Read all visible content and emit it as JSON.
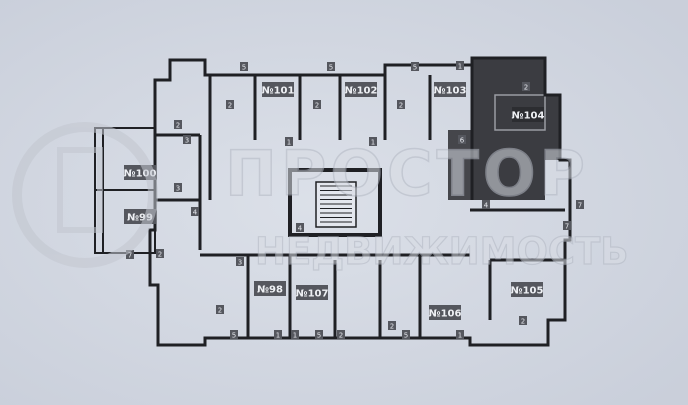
{
  "plan": {
    "units": [
      {
        "label": "№101"
      },
      {
        "label": "№102"
      },
      {
        "label": "№103"
      },
      {
        "label": "№104"
      },
      {
        "label": "№100"
      },
      {
        "label": "№99"
      },
      {
        "label": "№98"
      },
      {
        "label": "№107"
      },
      {
        "label": "№106"
      },
      {
        "label": "№105"
      }
    ],
    "highlighted_unit": "№104",
    "room_numbers": [
      "5",
      "5",
      "5",
      "2",
      "2",
      "2",
      "1",
      "1",
      "1",
      "2",
      "3",
      "3",
      "4",
      "4",
      "3",
      "2",
      "2",
      "1",
      "1",
      "2",
      "2",
      "5",
      "5",
      "5",
      "2",
      "7",
      "7",
      "1",
      "2",
      "4",
      "6",
      "7"
    ],
    "colors": {
      "wall": "#1f2024",
      "highlight": "#3a3b40",
      "label_bg": "#55575e",
      "paper": "#d3d8e2"
    }
  },
  "watermark": {
    "line1": "ПРОСТОР",
    "line2": "НЕДВИЖИМОСТЬ"
  }
}
